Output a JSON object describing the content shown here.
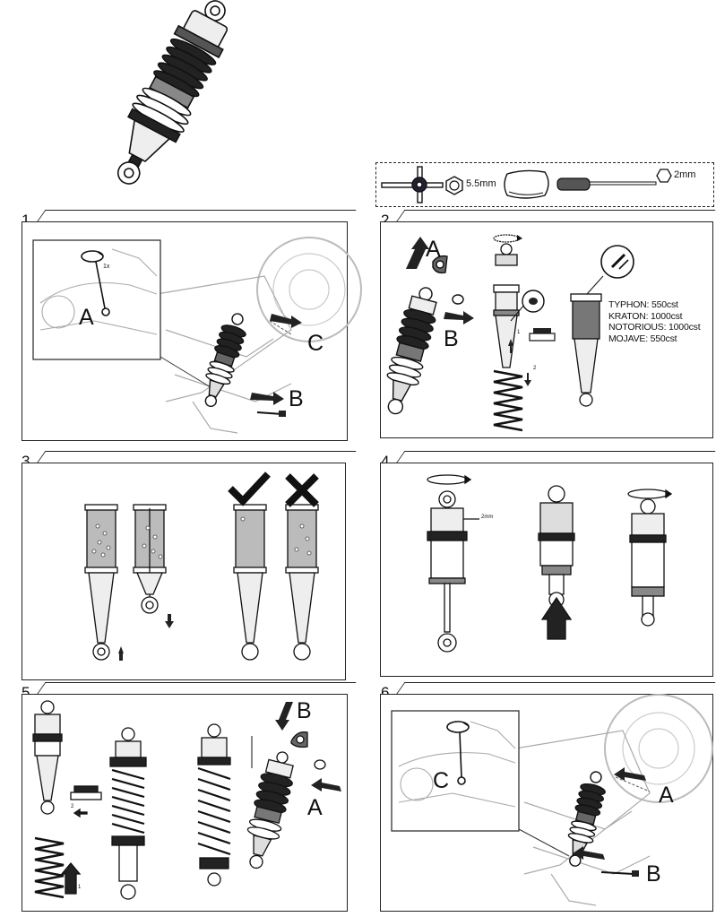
{
  "tools": {
    "nut_size": "5.5mm",
    "hex_size": "2mm"
  },
  "steps": [
    {
      "number": "1",
      "labels": {
        "a": "A",
        "b": "B",
        "c": "C"
      },
      "small": "1x"
    },
    {
      "number": "2",
      "labels": {
        "a": "A",
        "b": "B"
      },
      "small_1": "1",
      "small_2": "2",
      "oil_specs": [
        "TYPHON: 550cst",
        "KRATON: 1000cst",
        "NOTORIOUS: 1000cst",
        "MOJAVE: 550cst"
      ]
    },
    {
      "number": "3"
    },
    {
      "number": "4",
      "dim": "2mm"
    },
    {
      "number": "5",
      "labels": {
        "a": "A",
        "b": "B"
      },
      "small_1": "1",
      "small_2": "2"
    },
    {
      "number": "6",
      "labels": {
        "a": "A",
        "b": "B",
        "c": "C"
      }
    }
  ],
  "icons": {
    "check": "check-mark-icon",
    "cross": "cross-mark-icon"
  }
}
